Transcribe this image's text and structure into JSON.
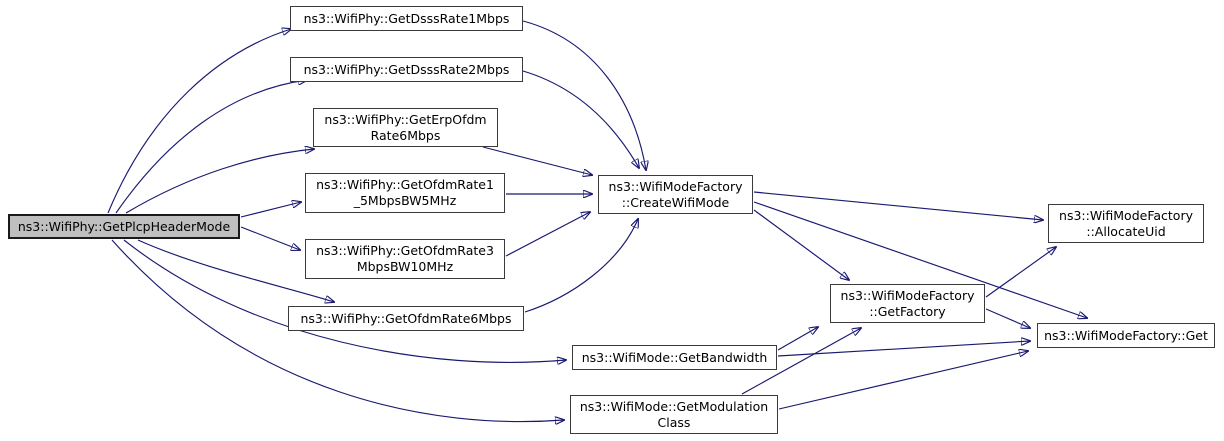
{
  "diagram": {
    "kind": "doxygen-call-graph",
    "colors": {
      "edge": "#191970",
      "node_border": "#3b3b3b",
      "node_fill": "#ffffff",
      "main_node_fill": "#bfbfbf",
      "main_node_border": "#1a1a1a",
      "text": "#000000",
      "background": "#ffffff"
    },
    "nodes": [
      {
        "id": "GetPlcpHeaderMode",
        "label": "ns3::WifiPhy::GetPlcpHeaderMode",
        "main": true
      },
      {
        "id": "GetDsssRate1Mbps",
        "label": "ns3::WifiPhy::GetDsssRate1Mbps"
      },
      {
        "id": "GetDsssRate2Mbps",
        "label": "ns3::WifiPhy::GetDsssRate2Mbps"
      },
      {
        "id": "GetErpOfdmRate6Mbps",
        "label": "ns3::WifiPhy::GetErpOfdm\nRate6Mbps"
      },
      {
        "id": "GetOfdmRate1_5MbpsBW5MHz",
        "label": "ns3::WifiPhy::GetOfdmRate1\n_5MbpsBW5MHz"
      },
      {
        "id": "GetOfdmRate3MbpsBW10MHz",
        "label": "ns3::WifiPhy::GetOfdmRate3\nMbpsBW10MHz"
      },
      {
        "id": "GetOfdmRate6Mbps",
        "label": "ns3::WifiPhy::GetOfdmRate6Mbps"
      },
      {
        "id": "CreateWifiMode",
        "label": "ns3::WifiModeFactory\n::CreateWifiMode"
      },
      {
        "id": "AllocateUid",
        "label": "ns3::WifiModeFactory\n::AllocateUid"
      },
      {
        "id": "GetFactory",
        "label": "ns3::WifiModeFactory\n::GetFactory"
      },
      {
        "id": "Get",
        "label": "ns3::WifiModeFactory::Get"
      },
      {
        "id": "GetBandwidth",
        "label": "ns3::WifiMode::GetBandwidth"
      },
      {
        "id": "GetModulationClass",
        "label": "ns3::WifiMode::GetModulation\nClass"
      }
    ],
    "edges": [
      {
        "from": "GetPlcpHeaderMode",
        "to": "GetDsssRate1Mbps"
      },
      {
        "from": "GetPlcpHeaderMode",
        "to": "GetDsssRate2Mbps"
      },
      {
        "from": "GetPlcpHeaderMode",
        "to": "GetErpOfdmRate6Mbps"
      },
      {
        "from": "GetPlcpHeaderMode",
        "to": "GetOfdmRate1_5MbpsBW5MHz"
      },
      {
        "from": "GetPlcpHeaderMode",
        "to": "GetOfdmRate3MbpsBW10MHz"
      },
      {
        "from": "GetPlcpHeaderMode",
        "to": "GetOfdmRate6Mbps"
      },
      {
        "from": "GetPlcpHeaderMode",
        "to": "GetBandwidth"
      },
      {
        "from": "GetPlcpHeaderMode",
        "to": "GetModulationClass"
      },
      {
        "from": "GetDsssRate1Mbps",
        "to": "CreateWifiMode"
      },
      {
        "from": "GetDsssRate2Mbps",
        "to": "CreateWifiMode"
      },
      {
        "from": "GetErpOfdmRate6Mbps",
        "to": "CreateWifiMode"
      },
      {
        "from": "GetOfdmRate1_5MbpsBW5MHz",
        "to": "CreateWifiMode"
      },
      {
        "from": "GetOfdmRate3MbpsBW10MHz",
        "to": "CreateWifiMode"
      },
      {
        "from": "GetOfdmRate6Mbps",
        "to": "CreateWifiMode"
      },
      {
        "from": "CreateWifiMode",
        "to": "AllocateUid"
      },
      {
        "from": "CreateWifiMode",
        "to": "GetFactory"
      },
      {
        "from": "CreateWifiMode",
        "to": "Get"
      },
      {
        "from": "GetFactory",
        "to": "AllocateUid"
      },
      {
        "from": "GetFactory",
        "to": "Get"
      },
      {
        "from": "GetBandwidth",
        "to": "GetFactory"
      },
      {
        "from": "GetBandwidth",
        "to": "Get"
      },
      {
        "from": "GetModulationClass",
        "to": "GetFactory"
      },
      {
        "from": "GetModulationClass",
        "to": "Get"
      }
    ]
  }
}
